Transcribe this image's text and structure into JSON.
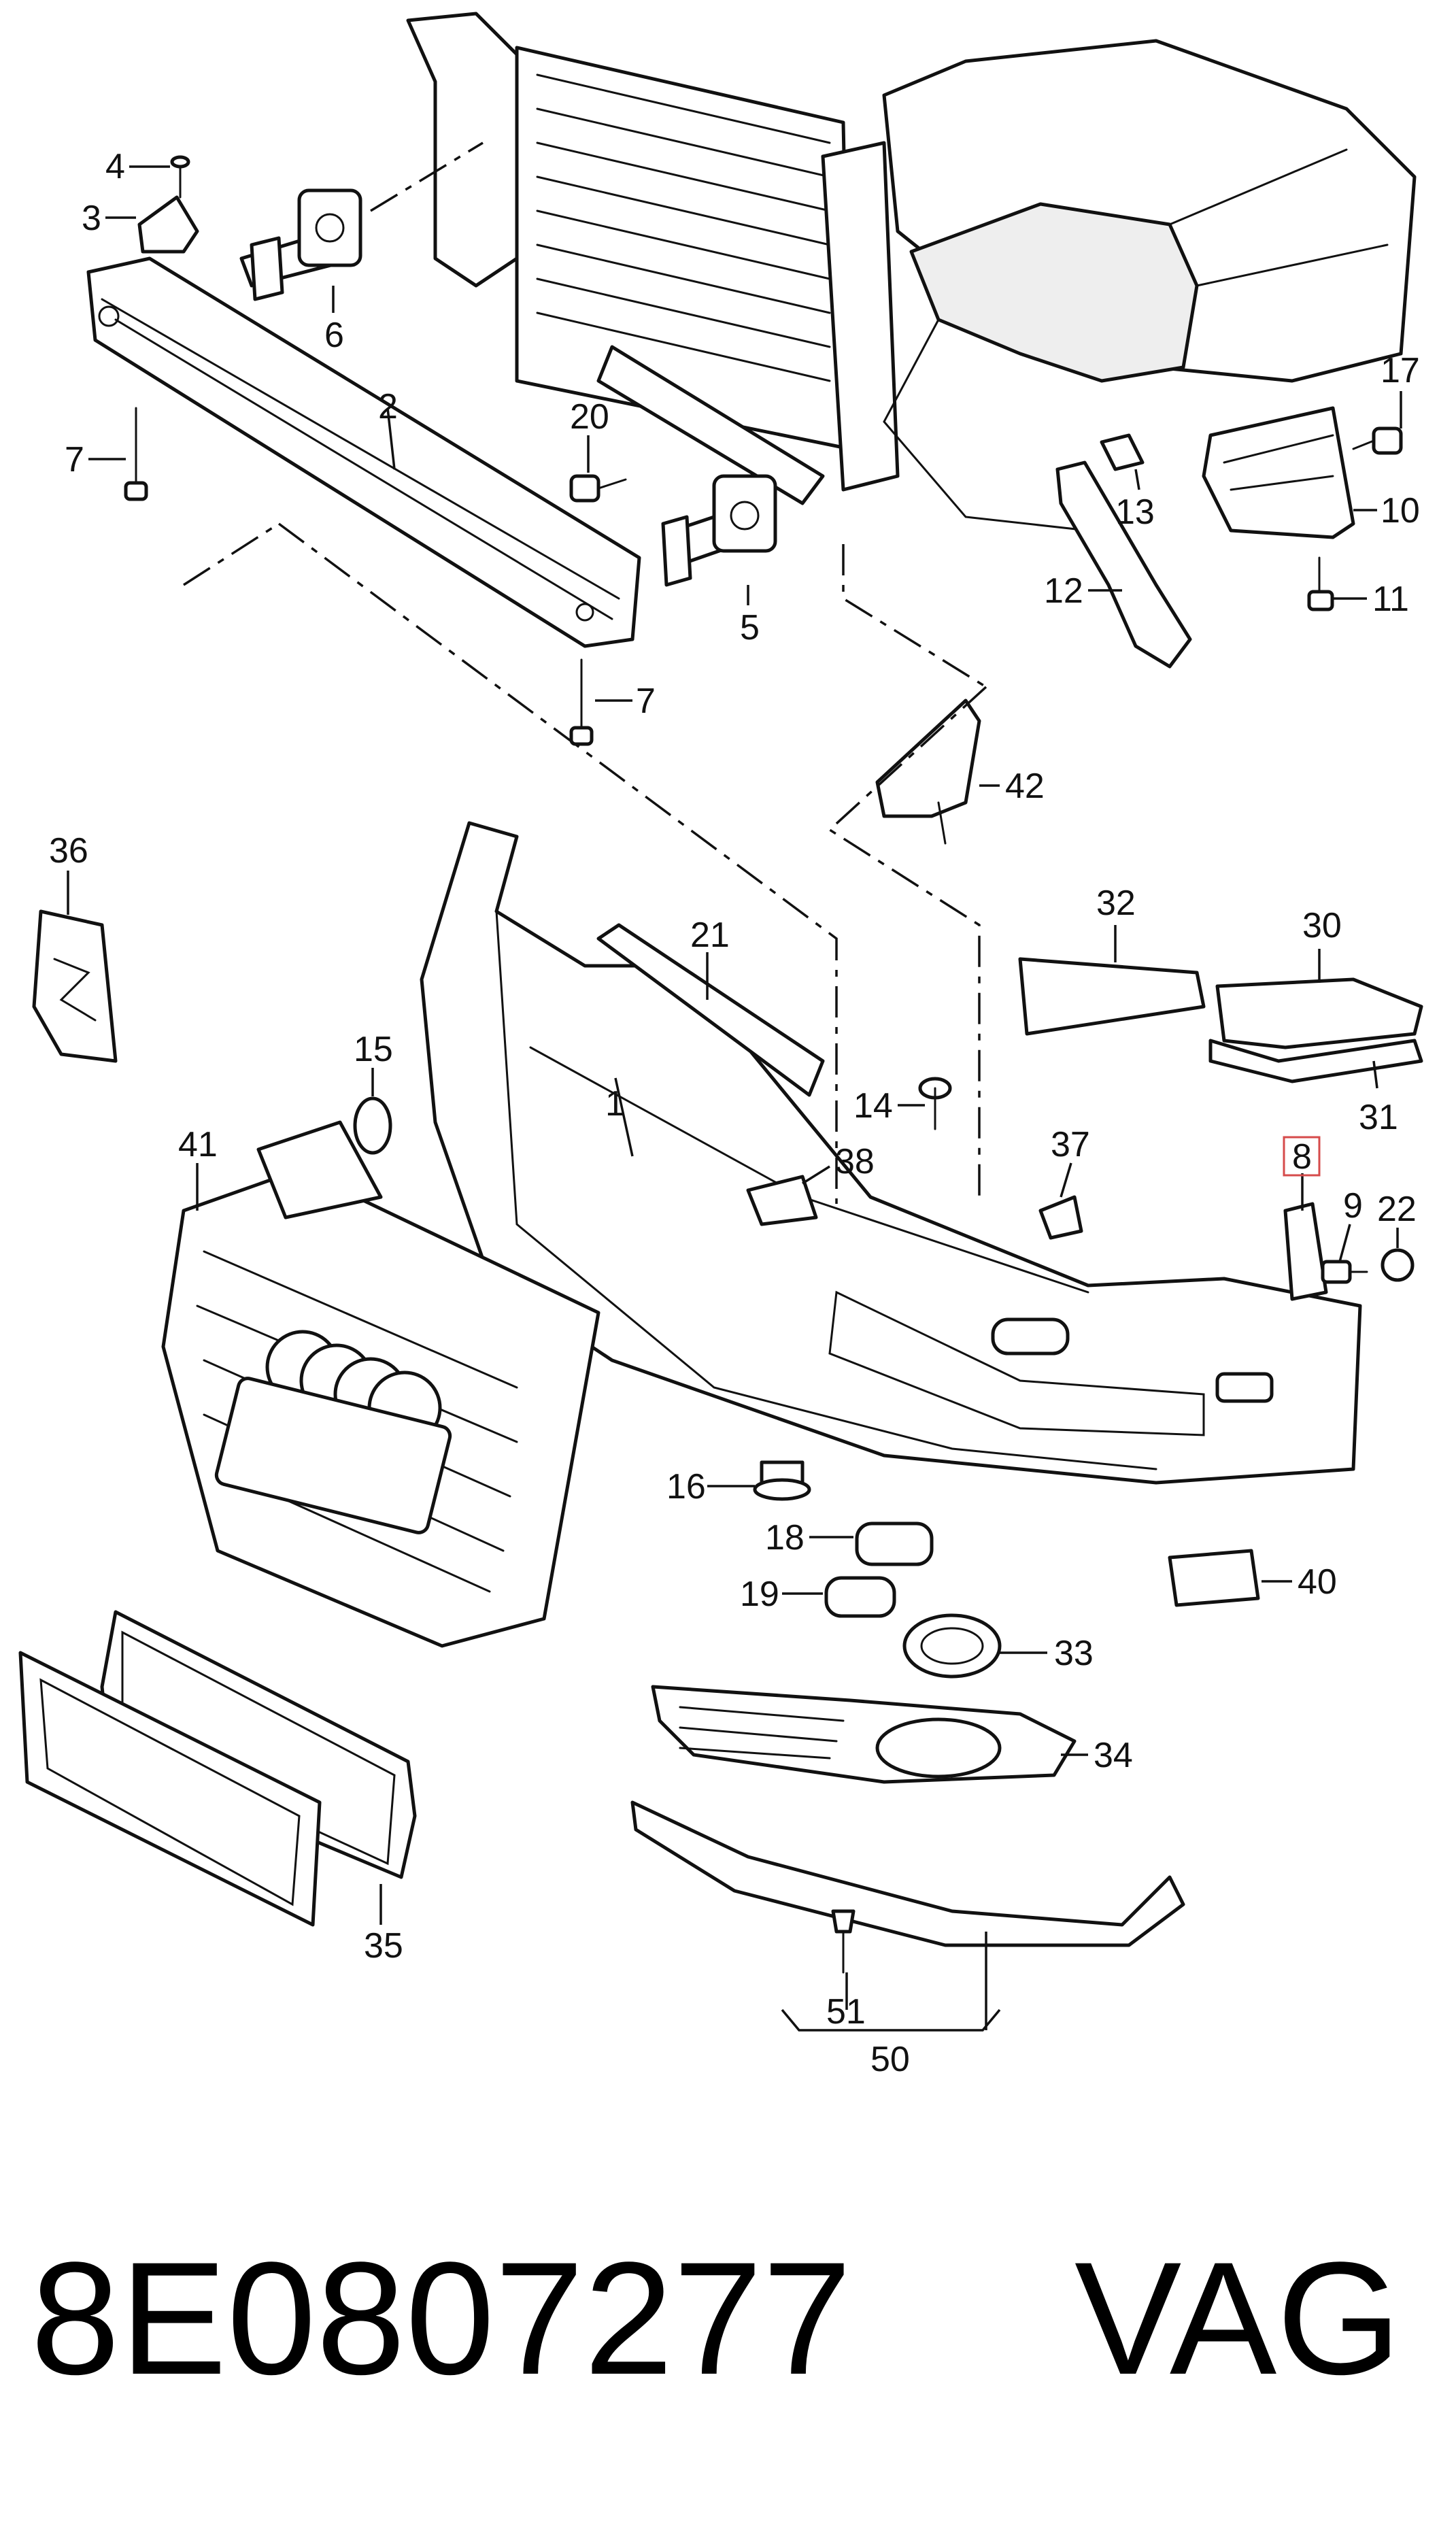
{
  "callouts": {
    "c1": "1",
    "c2": "2",
    "c3": "3",
    "c4": "4",
    "c5": "5",
    "c6": "6",
    "c7a": "7",
    "c7b": "7",
    "c8": "8",
    "c9": "9",
    "c10": "10",
    "c11": "11",
    "c12": "12",
    "c13": "13",
    "c14": "14",
    "c15": "15",
    "c16": "16",
    "c17": "17",
    "c18": "18",
    "c19": "19",
    "c20": "20",
    "c21": "21",
    "c22": "22",
    "c30": "30",
    "c31": "31",
    "c32": "32",
    "c33": "33",
    "c34": "34",
    "c35": "35",
    "c36": "36",
    "c37": "37",
    "c38": "38",
    "c40": "40",
    "c41": "41",
    "c42": "42",
    "c50": "50",
    "c51": "51"
  },
  "highlighted_callout": "8",
  "footer": {
    "part_number": "8E0807277",
    "brand": "VAG"
  },
  "colors": {
    "line": "#111111",
    "highlight": "#d64b4b",
    "background": "#ffffff"
  }
}
